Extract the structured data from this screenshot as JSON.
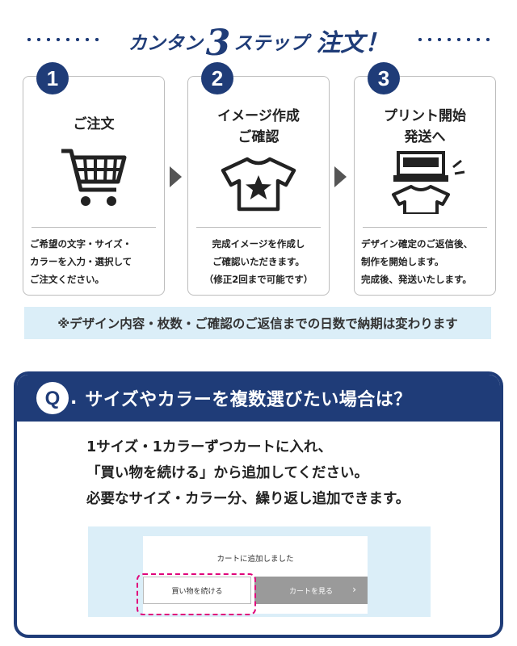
{
  "title": {
    "prefix": "カンタン",
    "number": "3",
    "middle": "ステップ",
    "suffix": "注文！"
  },
  "steps": [
    {
      "number": "1",
      "title": [
        "ご注文"
      ],
      "icon": "shopping-cart-icon",
      "desc": [
        "ご希望の文字・サイズ・",
        "カラーを入力・選択して",
        "ご注文ください。"
      ]
    },
    {
      "number": "2",
      "title": [
        "イメージ作成",
        "ご確認"
      ],
      "icon": "tshirt-star-icon",
      "desc": [
        "完成イメージを作成し",
        "ご確認いただきます。",
        "（修正2回まで可能です）"
      ]
    },
    {
      "number": "3",
      "title": [
        "プリント開始",
        "発送へ"
      ],
      "icon": "printer-tshirt-icon",
      "desc": [
        "デザイン確定のご返信後、",
        "制作を開始します。",
        "完成後、発送いたします。"
      ]
    }
  ],
  "note": "※デザイン内容・枚数・ご確認のご返信までの日数で納期は変わります",
  "faq": {
    "q_mark": "Q.",
    "question": "サイズやカラーを複数選びたい場合は？",
    "answer": [
      "1サイズ・1カラーずつカートに入れ、",
      "「買い物を続ける」から追加してください。",
      "必要なサイズ・カラー分、繰り返し追加できます。"
    ],
    "mock": {
      "message": "カートに追加しました",
      "continue_label": "買い物を続ける",
      "cart_label": "カートを見る",
      "chevron": "›"
    }
  },
  "colors": {
    "navy": "#1f3c78",
    "light_blue": "#dbeef8",
    "highlight": "#e0007a"
  }
}
